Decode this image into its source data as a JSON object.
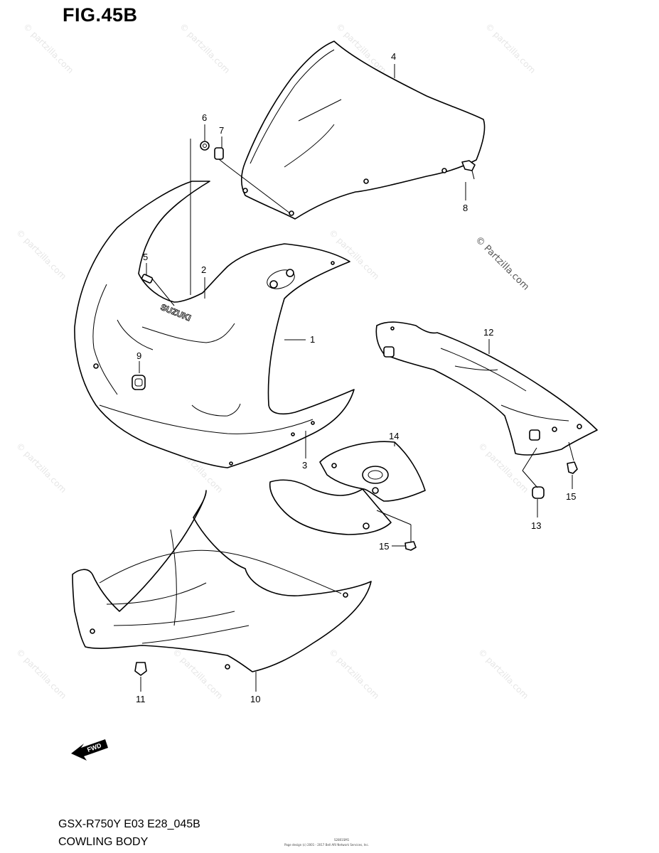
{
  "figure": {
    "title": "FIG.45B",
    "code": "GSX-R750Y E03 E28_045B",
    "name": "COWLING BODY"
  },
  "watermark": {
    "text": "© Partzilla.com",
    "repeat_text": "© partzilla.com"
  },
  "fine_print": {
    "left": "Page design (c) 2001 - 2017 Bell ARI Network Services, Inc.",
    "top": "S2801SM1"
  },
  "fwd_label": "FWD",
  "callouts": [
    {
      "id": "c1",
      "label": "1"
    },
    {
      "id": "c2",
      "label": "2"
    },
    {
      "id": "c3",
      "label": "3"
    },
    {
      "id": "c4",
      "label": "4"
    },
    {
      "id": "c5",
      "label": "5"
    },
    {
      "id": "c6",
      "label": "6"
    },
    {
      "id": "c7",
      "label": "7"
    },
    {
      "id": "c8",
      "label": "8"
    },
    {
      "id": "c9",
      "label": "9"
    },
    {
      "id": "c10",
      "label": "10"
    },
    {
      "id": "c11",
      "label": "11"
    },
    {
      "id": "c12",
      "label": "12"
    },
    {
      "id": "c13",
      "label": "13"
    },
    {
      "id": "c14",
      "label": "14"
    },
    {
      "id": "c15a",
      "label": "15"
    },
    {
      "id": "c15b",
      "label": "15"
    }
  ],
  "brand_on_cowl": "SUZUKI"
}
